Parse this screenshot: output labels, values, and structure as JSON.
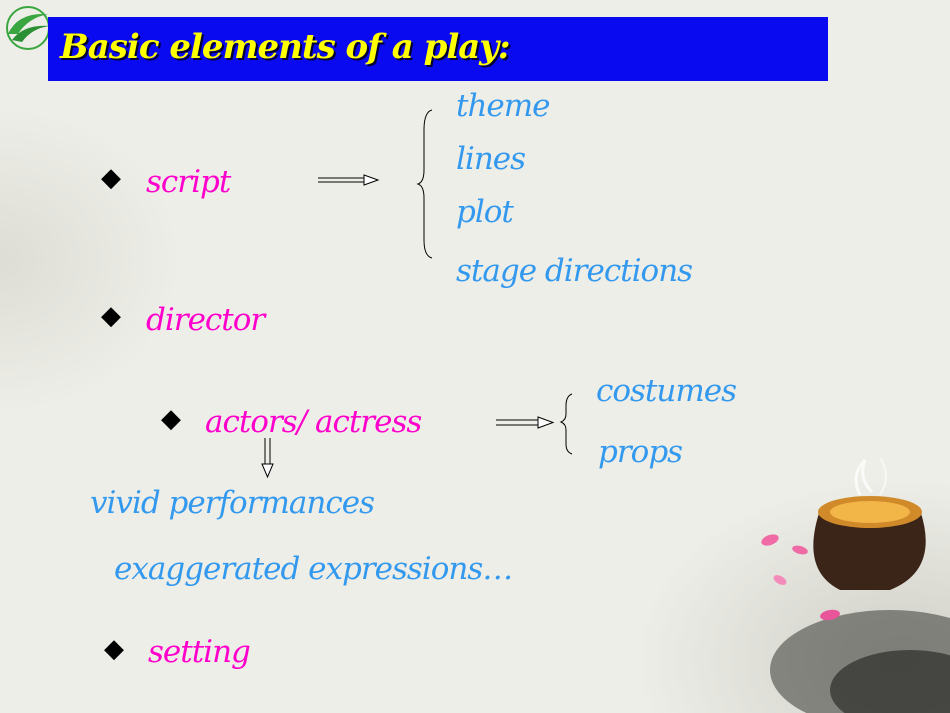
{
  "title": "Basic elements of a play:",
  "bullet_glyph": "◆",
  "items": {
    "script": "script",
    "director": "director",
    "actors": "actors/ actress",
    "setting": "setting"
  },
  "script_details": [
    "theme",
    "lines",
    "plot",
    "stage directions"
  ],
  "actor_details": [
    "costumes",
    "props"
  ],
  "performance_notes": [
    "vivid performances",
    "exaggerated expressions…"
  ],
  "colors": {
    "title_bar": "#0a0af0",
    "title_text": "#ffff00",
    "item_text": "#ff00cc",
    "detail_text": "#3399ee"
  },
  "icons": [
    "logo-icon",
    "diamond-bullet-icon",
    "right-arrow-icon",
    "down-arrow-icon",
    "brace-icon",
    "tea-cup-icon"
  ]
}
